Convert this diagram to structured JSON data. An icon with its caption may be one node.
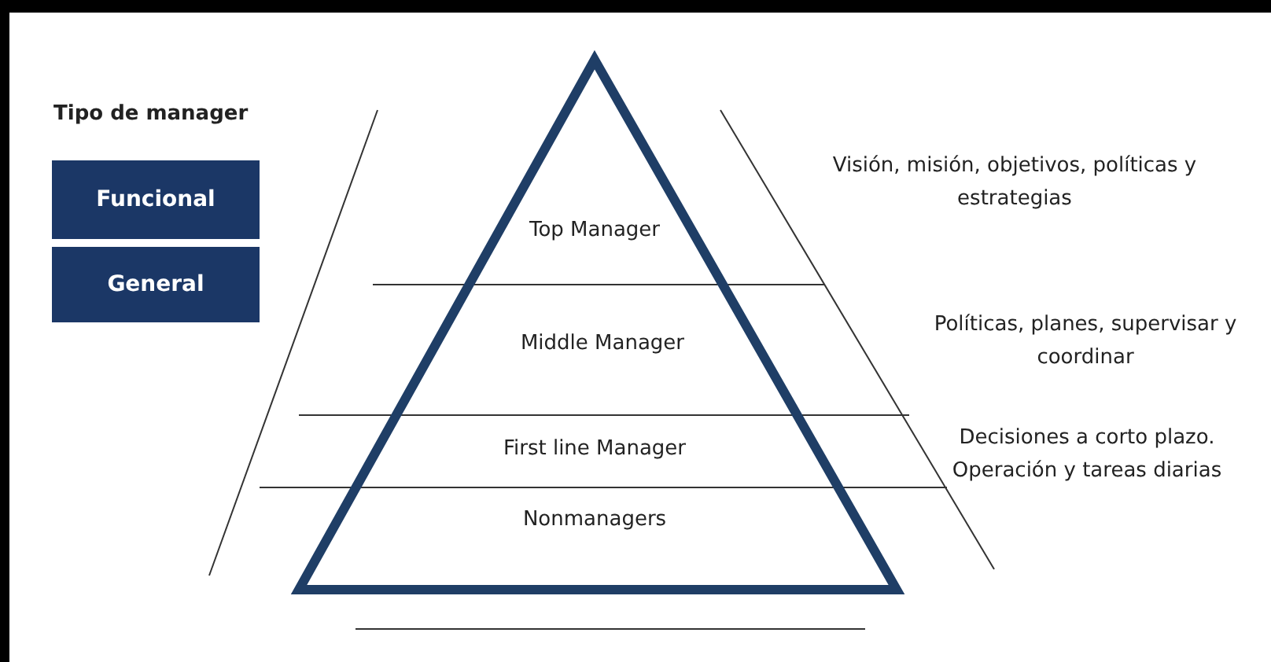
{
  "diagram": {
    "nodes": [
      {
        "text": [
          "Funcional"
        ]
      },
      {
        "text": [
          "General"
        ]
      },
      {
        "text": [
          "Top Manager"
        ]
      },
      {
        "text": [
          "Middle Manager"
        ]
      },
      {
        "text": [
          "First line Manager"
        ]
      },
      {
        "text": [
          "Nonmanagers"
        ]
      }
    ],
    "edges": [],
    "labels": [
      "Tipo de manager",
      "Visión, misión, objetivos, políticas y estrategias",
      "Políticas, planes, supervisar y coordinar",
      "Decisiones a corto plazo. Operación y tareas diarias"
    ]
  }
}
